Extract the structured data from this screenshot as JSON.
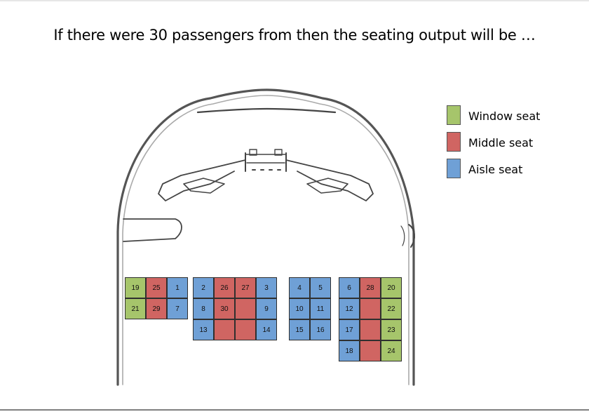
{
  "title": "If there were 30 passengers from then the seating output will be …",
  "colors": {
    "window": "#a6c56b",
    "middle": "#d06562",
    "aisle": "#6fa0d6"
  },
  "legend": [
    {
      "type": "window",
      "label": "Window seat"
    },
    {
      "type": "middle",
      "label": "Middle seat"
    },
    {
      "type": "aisle",
      "label": "Aisle seat"
    }
  ],
  "seat_blocks": [
    {
      "name": "block-1",
      "rows": [
        [
          {
            "type": "window",
            "label": "19"
          },
          {
            "type": "middle",
            "label": "25"
          },
          {
            "type": "aisle",
            "label": "1"
          }
        ],
        [
          {
            "type": "window",
            "label": "21"
          },
          {
            "type": "middle",
            "label": "29"
          },
          {
            "type": "aisle",
            "label": "7"
          }
        ]
      ]
    },
    {
      "name": "block-2",
      "rows": [
        [
          {
            "type": "aisle",
            "label": "2"
          },
          {
            "type": "middle",
            "label": "26"
          },
          {
            "type": "middle",
            "label": "27"
          },
          {
            "type": "aisle",
            "label": "3"
          }
        ],
        [
          {
            "type": "aisle",
            "label": "8"
          },
          {
            "type": "middle",
            "label": "30"
          },
          {
            "type": "middle",
            "label": ""
          },
          {
            "type": "aisle",
            "label": "9"
          }
        ],
        [
          {
            "type": "aisle",
            "label": "13"
          },
          {
            "type": "middle",
            "label": ""
          },
          {
            "type": "middle",
            "label": ""
          },
          {
            "type": "aisle",
            "label": "14"
          }
        ]
      ]
    },
    {
      "name": "block-3",
      "rows": [
        [
          {
            "type": "aisle",
            "label": "4"
          },
          {
            "type": "aisle",
            "label": "5"
          }
        ],
        [
          {
            "type": "aisle",
            "label": "10"
          },
          {
            "type": "aisle",
            "label": "11"
          }
        ],
        [
          {
            "type": "aisle",
            "label": "15"
          },
          {
            "type": "aisle",
            "label": "16"
          }
        ]
      ]
    },
    {
      "name": "block-4",
      "rows": [
        [
          {
            "type": "aisle",
            "label": "6"
          },
          {
            "type": "middle",
            "label": "28"
          },
          {
            "type": "window",
            "label": "20"
          }
        ],
        [
          {
            "type": "aisle",
            "label": "12"
          },
          {
            "type": "middle",
            "label": ""
          },
          {
            "type": "window",
            "label": "22"
          }
        ],
        [
          {
            "type": "aisle",
            "label": "17"
          },
          {
            "type": "middle",
            "label": ""
          },
          {
            "type": "window",
            "label": "23"
          }
        ],
        [
          {
            "type": "aisle",
            "label": "18"
          },
          {
            "type": "middle",
            "label": ""
          },
          {
            "type": "window",
            "label": "24"
          }
        ]
      ]
    }
  ]
}
